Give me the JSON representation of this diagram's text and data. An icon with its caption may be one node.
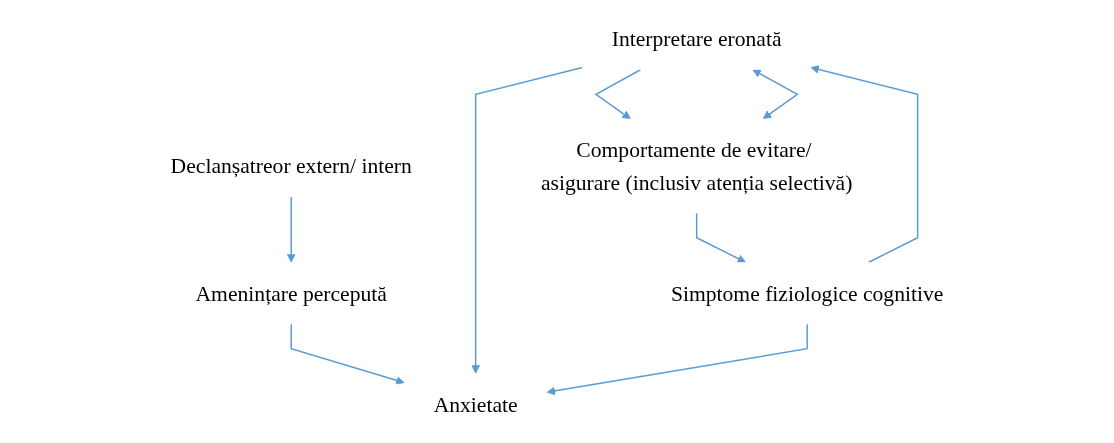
{
  "diagram": {
    "nodes": [
      {
        "text": [
          "Declanșatreor extern/ intern"
        ]
      },
      {
        "text": [
          "Amenințare percepută"
        ]
      },
      {
        "text": [
          "Anxietate"
        ]
      },
      {
        "text": [
          "Interpretare eronată"
        ]
      },
      {
        "text": [
          "Simptome fiziologice cognitive"
        ]
      },
      {
        "text": [
          "Comportamente de evitare/ asigurare (inclusiv atenția selectivă)"
        ]
      }
    ],
    "edges": [
      {
        "from": 0,
        "to": 1,
        "arrow": "to"
      },
      {
        "from": 1,
        "to": 2,
        "arrow": "to"
      },
      {
        "from": 3,
        "to": 2,
        "arrow": "to"
      },
      {
        "from": 4,
        "to": 2,
        "arrow": "to"
      },
      {
        "from": 4,
        "to": 3,
        "arrow": "to"
      },
      {
        "from": 3,
        "to": 5,
        "arrow": "to"
      },
      {
        "from": 5,
        "to": 3,
        "arrow": "both"
      },
      {
        "from": 5,
        "to": 4,
        "arrow": "to"
      }
    ]
  }
}
